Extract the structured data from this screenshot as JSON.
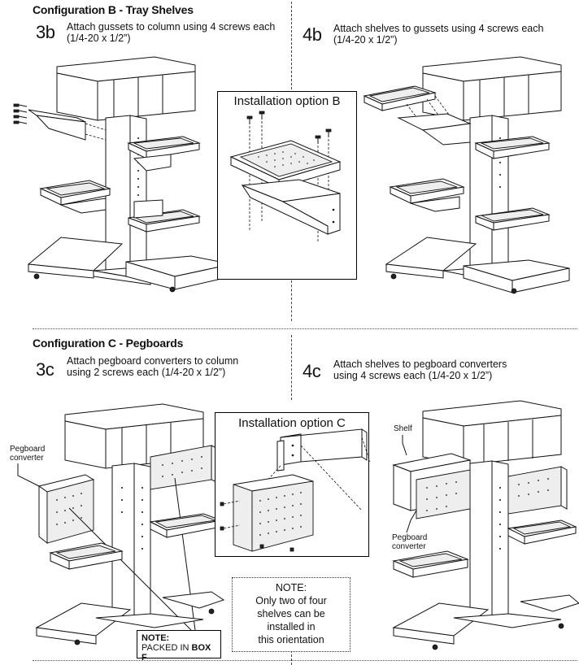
{
  "config_b": {
    "title": "Configuration B - Tray Shelves",
    "step_3b": {
      "number": "3b",
      "text_line1": "Attach gussets to column using 4 screws each",
      "text_line2": "(1/4-20 x 1/2”)"
    },
    "step_4b": {
      "number": "4b",
      "text_line1": "Attach shelves to gussets using 4 screws each",
      "text_line2": "(1/4-20 x 1/2”)"
    },
    "option_title": "Installation option B"
  },
  "config_c": {
    "title": "Configuration C - Pegboards",
    "step_3c": {
      "number": "3c",
      "text_line1": "Attach pegboard converters to column",
      "text_line2": "using 2 screws each (1/4-20 x 1/2”)"
    },
    "step_4c": {
      "number": "4c",
      "text_line1": "Attach shelves to pegboard converters",
      "text_line2": "using 4 screws each (1/4-20 x 1/2”)"
    },
    "option_title": "Installation option C",
    "label_pegboard_converter_line1": "Pegboard",
    "label_pegboard_converter_line2": "converter",
    "label_shelf": "Shelf",
    "label_pegboard_converter_4c_line1": "Pegboard",
    "label_pegboard_converter_4c_line2": "converter",
    "note_orientation": {
      "line1": "NOTE:",
      "line2": "Only two of four",
      "line3": "shelves can be",
      "line4": "installed in",
      "line5": "this orientation"
    },
    "note_packed": {
      "heading": "NOTE:",
      "text": "PACKED IN ",
      "box": "BOX F"
    }
  }
}
